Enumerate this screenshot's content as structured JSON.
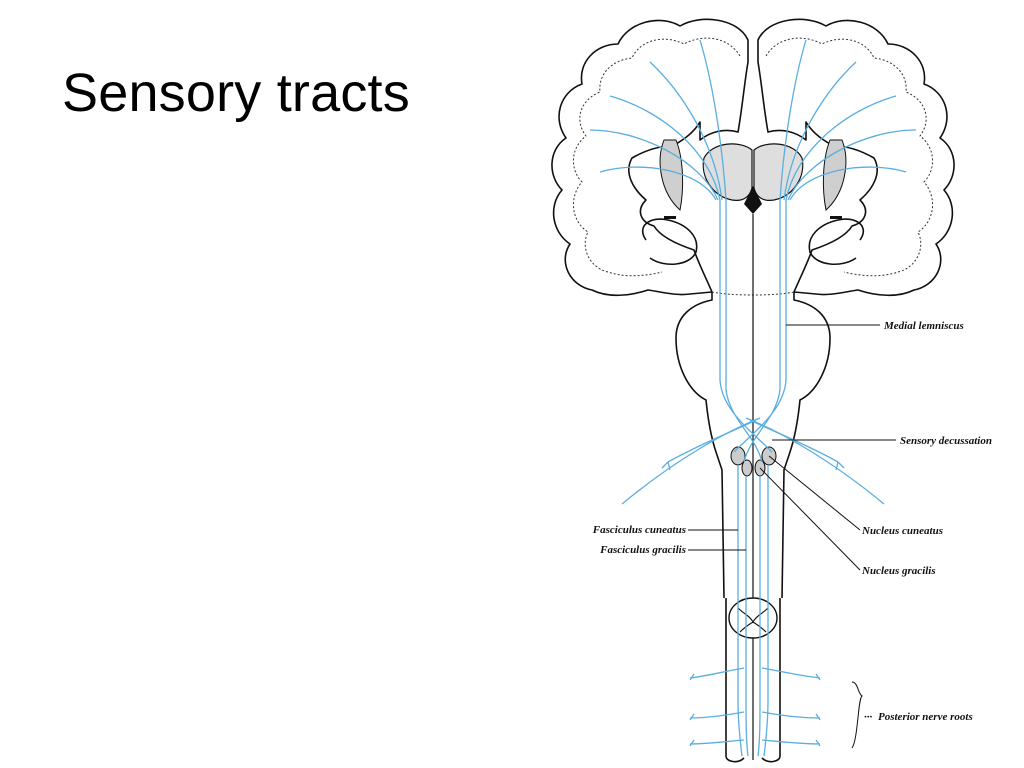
{
  "slide": {
    "title": "Sensory tracts"
  },
  "colors": {
    "tract": "#5aaee0",
    "outline": "#111111",
    "background": "#ffffff"
  },
  "labels": {
    "medial_lemniscus": "Medial lemniscus",
    "sensory_decussation": "Sensory decussation",
    "fasciculus_cuneatus": "Fasciculus cuneatus",
    "fasciculus_gracilis": "Fasciculus gracilis",
    "nucleus_cuneatus": "Nucleus cuneatus",
    "nucleus_gracilis": "Nucleus gracilis",
    "posterior_nerve_roots": "Posterior nerve roots"
  }
}
